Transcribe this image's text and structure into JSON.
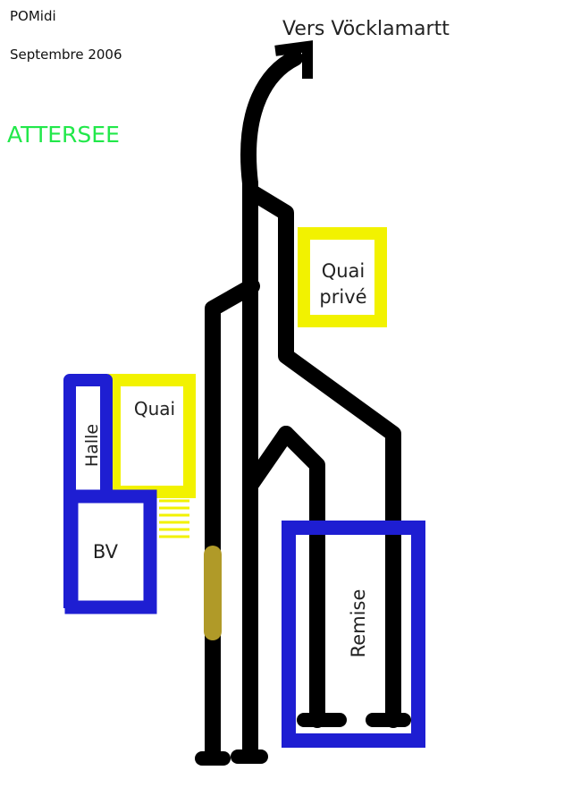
{
  "header": {
    "author": "POMidi",
    "date": "Septembre 2006",
    "station": "ATTERSEE"
  },
  "direction": "Vers Vöcklamartt",
  "labels": {
    "quai_prive_line1": "Quai",
    "quai_prive_line2": "privé",
    "quai": "Quai",
    "halle": "Halle",
    "bv": "BV",
    "remise": "Remise"
  },
  "colors": {
    "track": "#000000",
    "building": "#1e1ed2",
    "platform": "#f2f200",
    "station_name": "#22e84a",
    "marker": "#b09a28"
  }
}
